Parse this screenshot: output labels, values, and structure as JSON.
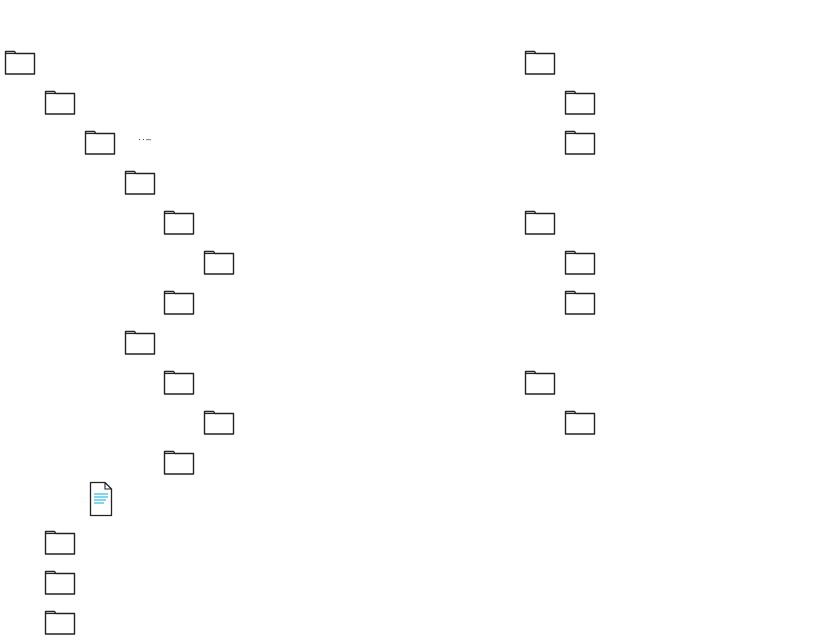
{
  "tree": {
    "left": [
      {
        "type": "folder",
        "label": ""
      },
      {
        "type": "folder",
        "label": ""
      },
      {
        "type": "folder",
        "label": "··–"
      },
      {
        "type": "folder",
        "label": ""
      },
      {
        "type": "folder",
        "label": ""
      },
      {
        "type": "folder",
        "label": ""
      },
      {
        "type": "folder",
        "label": ""
      },
      {
        "type": "folder",
        "label": ""
      },
      {
        "type": "folder",
        "label": ""
      },
      {
        "type": "folder",
        "label": ""
      },
      {
        "type": "folder",
        "label": ""
      },
      {
        "type": "file",
        "label": ""
      },
      {
        "type": "folder",
        "label": ""
      },
      {
        "type": "folder",
        "label": ""
      },
      {
        "type": "folder",
        "label": ""
      }
    ],
    "right": [
      {
        "type": "folder",
        "label": ""
      },
      {
        "type": "folder",
        "label": ""
      },
      {
        "type": "folder",
        "label": ""
      },
      {
        "type": "folder",
        "label": ""
      },
      {
        "type": "folder",
        "label": ""
      },
      {
        "type": "folder",
        "label": ""
      },
      {
        "type": "folder",
        "label": ""
      },
      {
        "type": "folder",
        "label": ""
      }
    ]
  },
  "icons": {
    "folder": "folder-icon",
    "file": "document-icon"
  },
  "colors": {
    "folder_stroke": "#222222",
    "file_stroke": "#222222",
    "file_lines": "#4fc3e8",
    "background": "#ffffff"
  }
}
